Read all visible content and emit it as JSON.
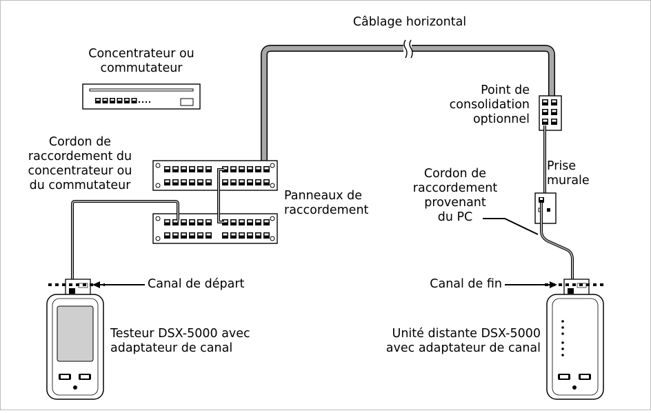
{
  "labels": {
    "horizontal_cabling": "Câblage horizontal",
    "hub_switch": "Concentrateur ou\ncommutateur",
    "hub_patch_cord": "Cordon de\nraccordement du\nconcentrateur ou\ndu commutateur",
    "patch_panels": "Panneaux de\nraccordement",
    "consolidation_point": "Point de\nconsolidation\noptionnel",
    "wall_outlet": "Prise\nmurale",
    "pc_patch_cord": "Cordon de\nraccordement\nprovenant\ndu PC",
    "start_channel": "Canal de départ",
    "end_channel": "Canal de fin",
    "tester": "Testeur DSX-5000 avec\nadaptateur de canal",
    "remote": "Unité distante DSX-5000\navec adaptateur de canal"
  },
  "colors": {
    "cable": "#9a9a9a",
    "outline": "#000000",
    "device_body": "#ffffff",
    "screen": "#cfcfcf"
  },
  "icons": [
    "hub-switch-icon",
    "patch-panel-icon",
    "consolidation-point-icon",
    "wall-outlet-icon",
    "tester-device-icon",
    "remote-device-icon",
    "cable-break-icon",
    "arrow-icon"
  ]
}
